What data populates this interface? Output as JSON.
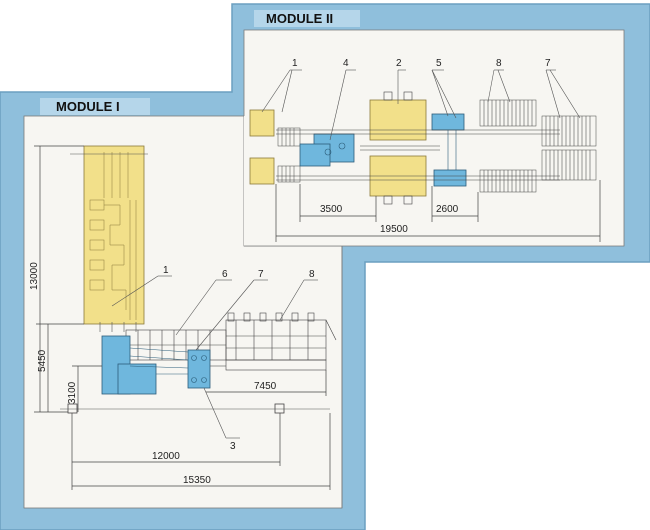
{
  "modules": {
    "module_1": {
      "title": "MODULE  I"
    },
    "module_2": {
      "title": "MODULE  II"
    }
  },
  "module_1_callouts": [
    "1",
    "6",
    "7",
    "8",
    "3"
  ],
  "module_2_callouts": [
    "1",
    "4",
    "2",
    "5",
    "8",
    "7"
  ],
  "module_1_dimensions": {
    "height_total": "13000",
    "height_mid": "5450",
    "height_low": "3100",
    "width_conveyor": "7450",
    "width_inner": "12000",
    "width_total": "15350"
  },
  "module_2_dimensions": {
    "span_a": "3500",
    "span_b": "2600",
    "span_total": "19500"
  },
  "colors": {
    "frame_blue": "#8fbfdc",
    "frame_light": "#b5d6ea",
    "equipment_yellow": "#f2e08a",
    "equipment_blue": "#6fb7dd",
    "line_dark": "#333333"
  }
}
